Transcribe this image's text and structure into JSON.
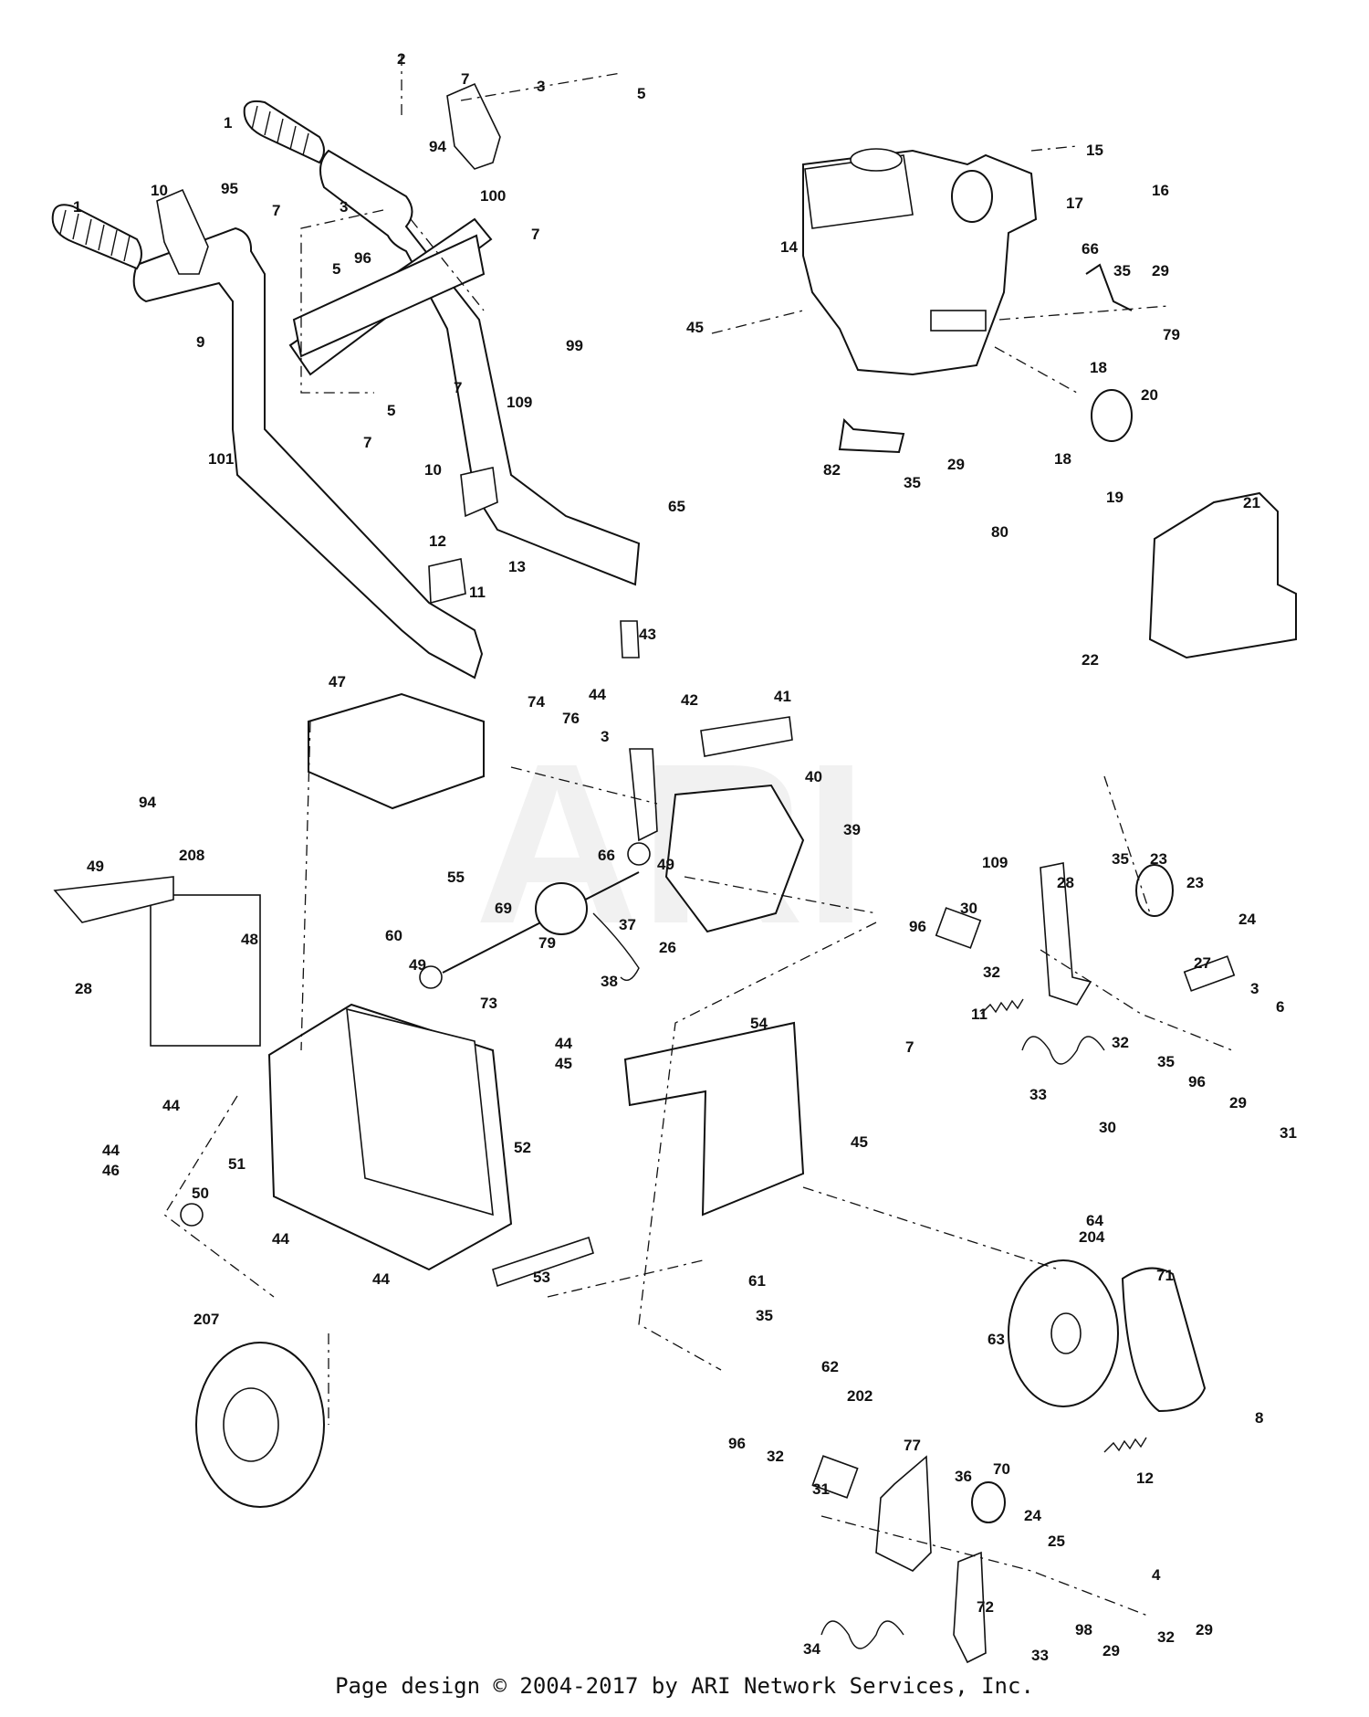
{
  "watermark": "ARI",
  "footer": "Page design © 2004-2017 by ARI Network Services, Inc.",
  "callouts": [
    "1",
    "1",
    "2",
    "3",
    "3",
    "3",
    "3",
    "4",
    "5",
    "5",
    "5",
    "6",
    "7",
    "7",
    "7",
    "7",
    "7",
    "7",
    "8",
    "9",
    "10",
    "10",
    "11",
    "11",
    "12",
    "12",
    "13",
    "14",
    "15",
    "16",
    "17",
    "18",
    "18",
    "19",
    "20",
    "21",
    "22",
    "23",
    "23",
    "24",
    "24",
    "25",
    "26",
    "27",
    "28",
    "28",
    "29",
    "29",
    "29",
    "29",
    "29",
    "30",
    "30",
    "31",
    "31",
    "32",
    "32",
    "32",
    "32",
    "33",
    "33",
    "34",
    "35",
    "35",
    "35",
    "35",
    "35",
    "36",
    "37",
    "38",
    "39",
    "40",
    "41",
    "42",
    "43",
    "44",
    "44",
    "44",
    "44",
    "44",
    "44",
    "45",
    "45",
    "45",
    "46",
    "47",
    "48",
    "49",
    "49",
    "49",
    "50",
    "51",
    "52",
    "53",
    "54",
    "55",
    "60",
    "61",
    "62",
    "63",
    "64",
    "65",
    "66",
    "66",
    "69",
    "70",
    "71",
    "72",
    "73",
    "74",
    "76",
    "77",
    "79",
    "79",
    "80",
    "82",
    "94",
    "94",
    "95",
    "96",
    "96",
    "96",
    "96",
    "98",
    "99",
    "100",
    "101",
    "109",
    "109",
    "202",
    "204",
    "207",
    "208"
  ]
}
